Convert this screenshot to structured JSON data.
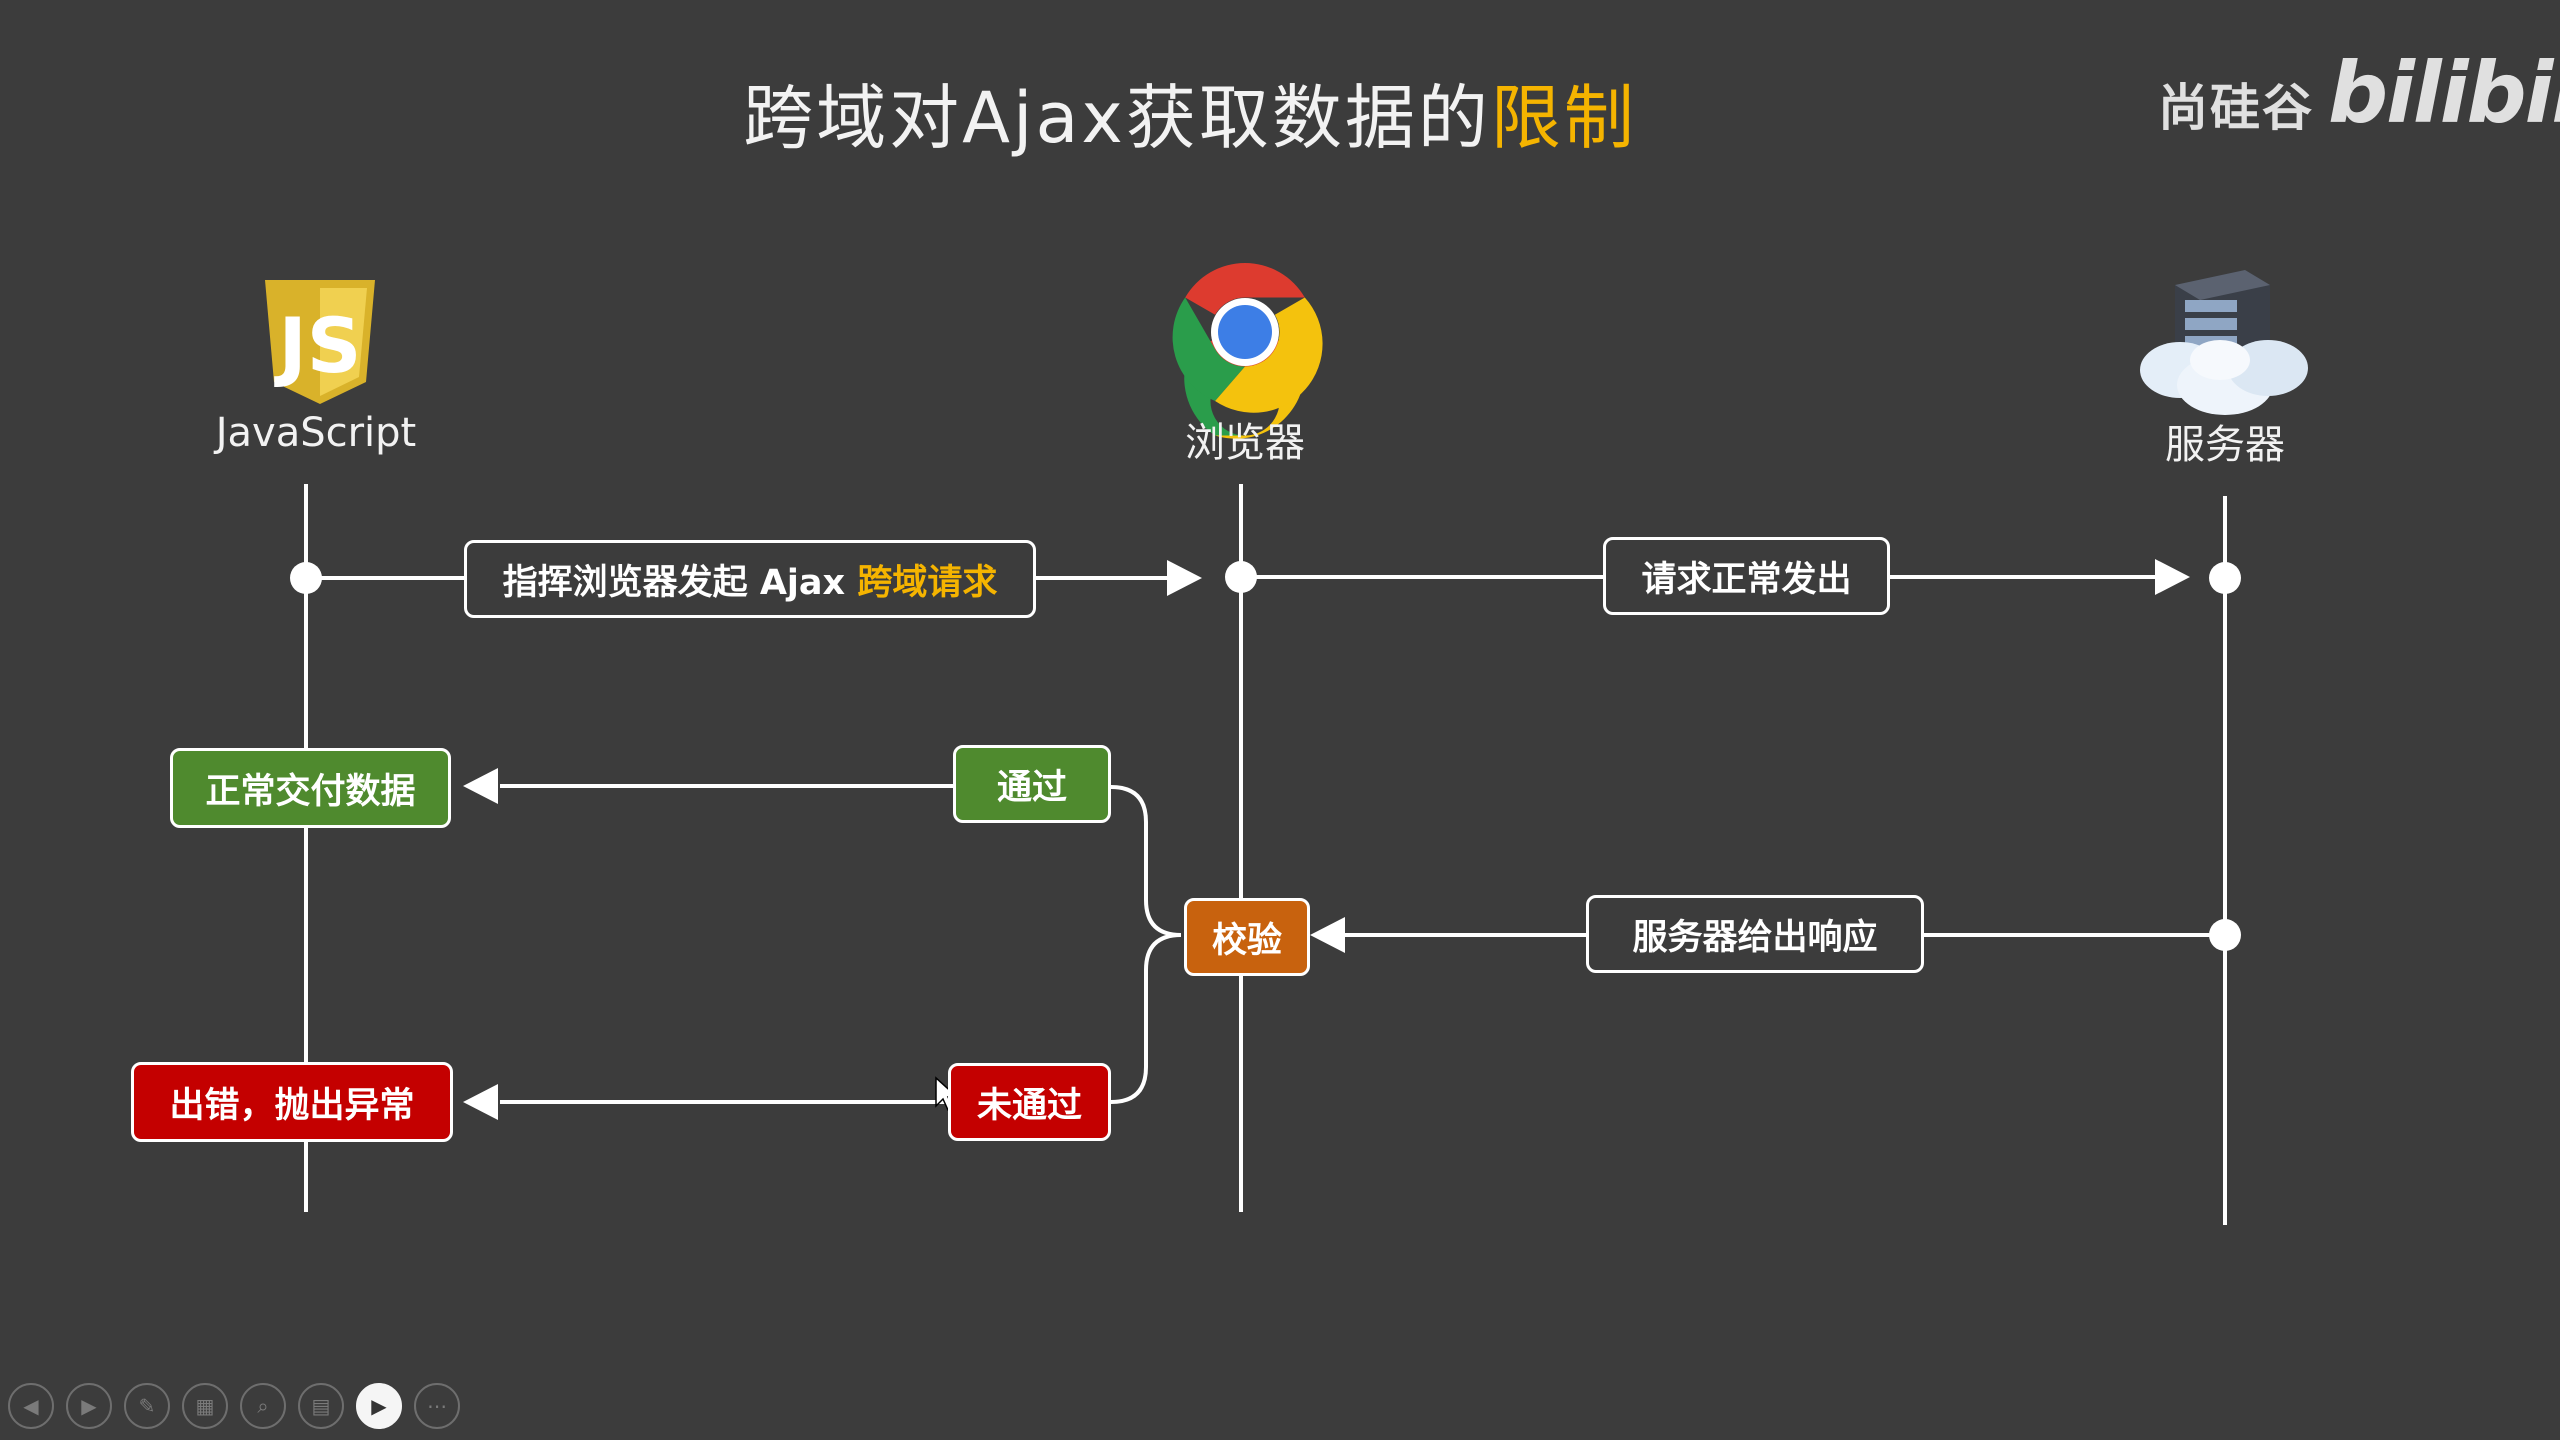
{
  "title": {
    "main": "跨域对Ajax获取数据的",
    "highlight": "限制"
  },
  "brand": {
    "text": "尚硅谷",
    "logo": "bilibili"
  },
  "actors": {
    "javascript": {
      "label": "JavaScript",
      "icon": "javascript-logo-icon"
    },
    "browser": {
      "label": "浏览器",
      "icon": "chrome-browser-icon"
    },
    "server": {
      "label": "服务器",
      "icon": "cloud-server-icon"
    }
  },
  "boxes": {
    "command_prefix": "指挥浏览器发起 Ajax ",
    "command_highlight": "跨域请求",
    "request_sent": "请求正常发出",
    "server_response": "服务器给出响应",
    "verify": "校验",
    "pass": "通过",
    "fail": "未通过",
    "deliver_data": "正常交付数据",
    "throw_error": "出错，抛出异常"
  },
  "colors": {
    "background": "#3c3c3c",
    "highlight": "#f5b400",
    "green": "#4f8a2e",
    "red": "#c40000",
    "orange": "#c8620e",
    "line": "#ffffff"
  },
  "toolbar": {
    "buttons": [
      "previous-icon",
      "next-icon",
      "pen-icon",
      "slides-icon",
      "zoom-icon",
      "subtitle-icon",
      "camera-icon",
      "more-icon"
    ]
  }
}
